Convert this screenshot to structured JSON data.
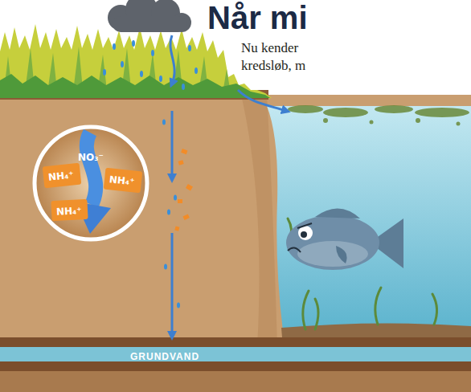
{
  "diagram": {
    "title": "Når mi",
    "nodes": [
      {
        "text": [
          "NO₃⁻"
        ]
      },
      {
        "text": [
          "NH₄⁺"
        ],
        "in": 0
      },
      {
        "text": [
          "NH₄⁺"
        ],
        "in": 0
      },
      {
        "text": [
          "NH₄⁺"
        ],
        "in": 0
      },
      {
        "text": [
          "GRUNDVAND"
        ]
      }
    ],
    "labels": [
      "Nu kender",
      "kredsløb, m"
    ]
  }
}
